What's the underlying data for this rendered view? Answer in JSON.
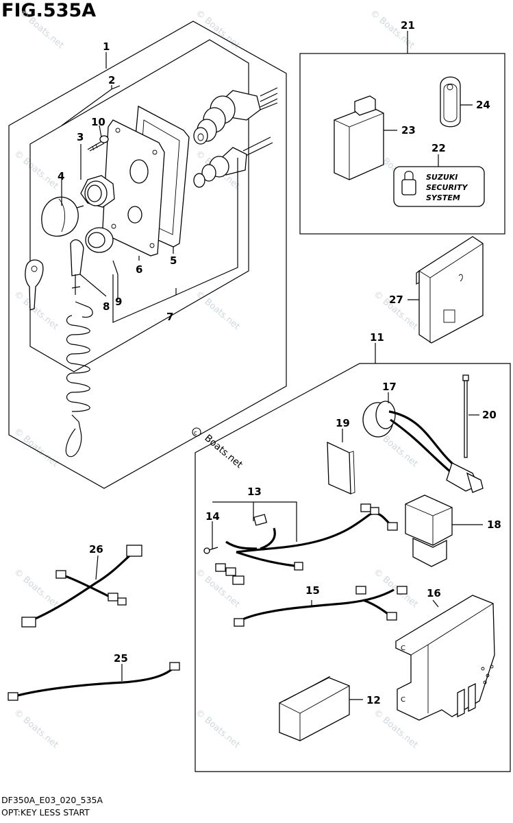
{
  "figure": {
    "title": "FIG.535A",
    "footer_code": "DF350A_E03_020_535A",
    "footer_description": "OPT:KEY LESS START"
  },
  "watermark": {
    "text": "© Boats.net",
    "logo_text": "Boats.net"
  },
  "security_label": {
    "line1": "SUZUKI",
    "line2": "SECURITY",
    "line3": "SYSTEM"
  },
  "callouts": {
    "p1": "1",
    "p2": "2",
    "p3": "3",
    "p4": "4",
    "p5": "5",
    "p6": "6",
    "p7": "7",
    "p8": "8",
    "p9": "9",
    "p10": "10",
    "p11": "11",
    "p12": "12",
    "p13": "13",
    "p14": "14",
    "p15": "15",
    "p16": "16",
    "p17": "17",
    "p18": "18",
    "p19": "19",
    "p20": "20",
    "p21": "21",
    "p22": "22",
    "p23": "23",
    "p24": "24",
    "p25": "25",
    "p26": "26",
    "p27": "27"
  }
}
